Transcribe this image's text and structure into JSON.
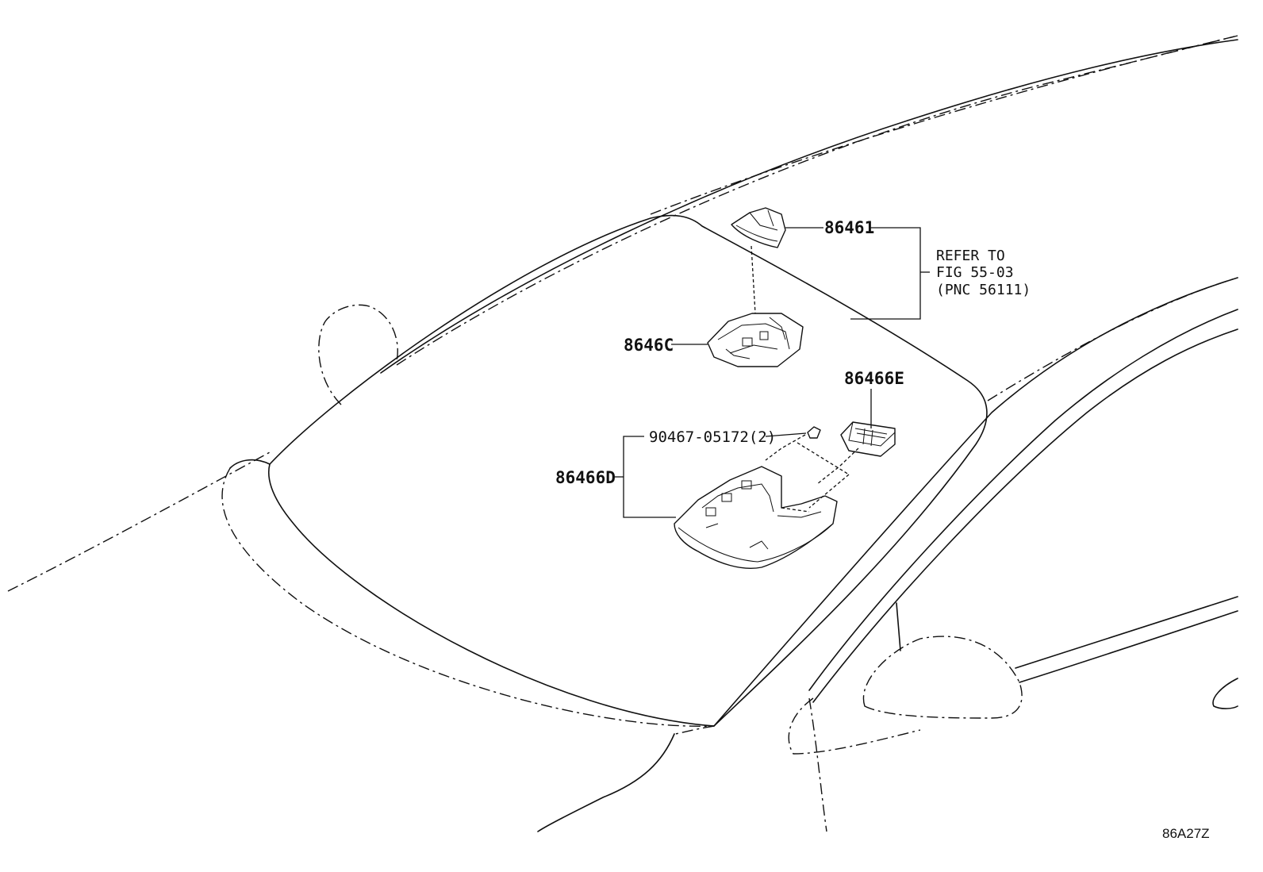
{
  "labels": {
    "p86461": "86461",
    "p8646c": "8646C",
    "p86466e": "86466E",
    "p90467": "90467-05172(2)",
    "p86466d": "86466D"
  },
  "note": {
    "line1": "REFER TO",
    "line2": "FIG 55-03",
    "line3": "(PNC 56111)"
  },
  "figure_code": "86A27Z"
}
